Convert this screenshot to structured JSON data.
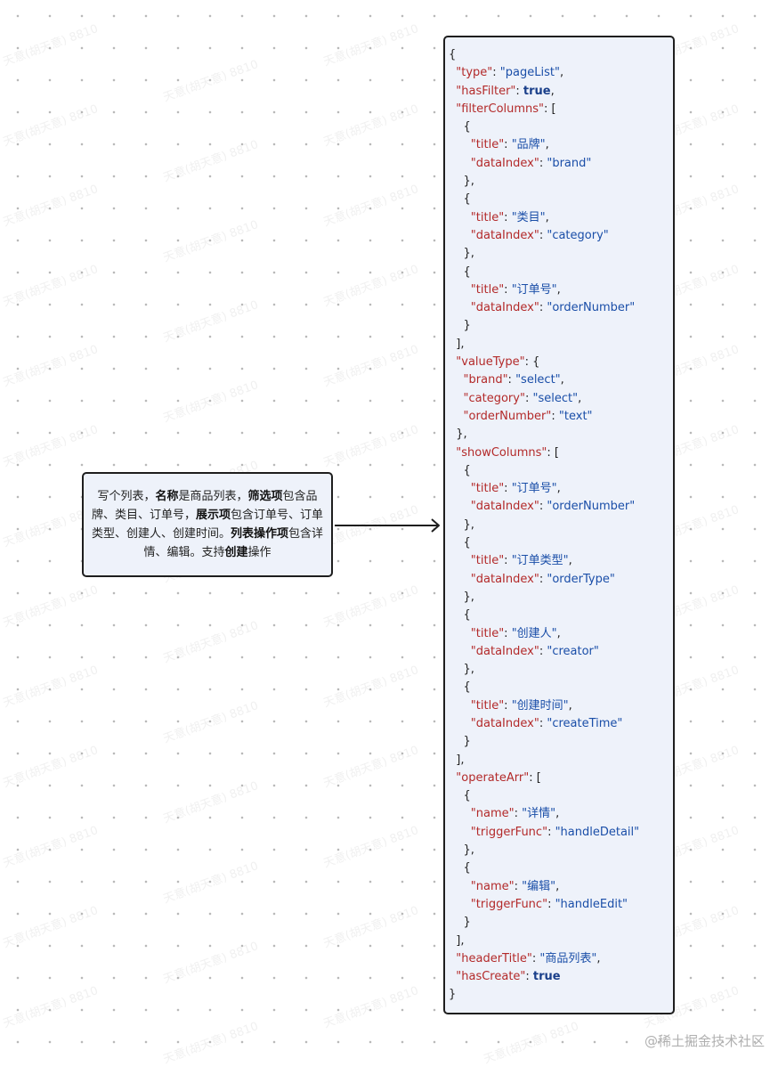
{
  "prompt": {
    "segments": [
      {
        "text": "写个列表，",
        "bold": false
      },
      {
        "text": "名称",
        "bold": true
      },
      {
        "text": "是商品列表，",
        "bold": false
      },
      {
        "text": "筛选项",
        "bold": true
      },
      {
        "text": "包含品牌、类目、订单号，",
        "bold": false
      },
      {
        "text": "展示项",
        "bold": true
      },
      {
        "text": "包含订单号、订单类型、创建人、创建时间。",
        "bold": false
      },
      {
        "text": "列表操作项",
        "bold": true
      },
      {
        "text": "包含详情、编辑。支持",
        "bold": false
      },
      {
        "text": "创建",
        "bold": true
      },
      {
        "text": "操作",
        "bold": false
      }
    ]
  },
  "code_lines": [
    [
      {
        "t": "p",
        "v": "{"
      }
    ],
    [
      {
        "t": "p",
        "v": "  "
      },
      {
        "t": "k",
        "v": "\"type\""
      },
      {
        "t": "p",
        "v": ": "
      },
      {
        "t": "s",
        "v": "\"pageList\""
      },
      {
        "t": "p",
        "v": ","
      }
    ],
    [
      {
        "t": "p",
        "v": "  "
      },
      {
        "t": "k",
        "v": "\"hasFilter\""
      },
      {
        "t": "p",
        "v": ": "
      },
      {
        "t": "b",
        "v": "true"
      },
      {
        "t": "p",
        "v": ","
      }
    ],
    [
      {
        "t": "p",
        "v": "  "
      },
      {
        "t": "k",
        "v": "\"filterColumns\""
      },
      {
        "t": "p",
        "v": ": ["
      }
    ],
    [
      {
        "t": "p",
        "v": "    {"
      }
    ],
    [
      {
        "t": "p",
        "v": "      "
      },
      {
        "t": "k",
        "v": "\"title\""
      },
      {
        "t": "p",
        "v": ": "
      },
      {
        "t": "s",
        "v": "\"品牌\""
      },
      {
        "t": "p",
        "v": ","
      }
    ],
    [
      {
        "t": "p",
        "v": "      "
      },
      {
        "t": "k",
        "v": "\"dataIndex\""
      },
      {
        "t": "p",
        "v": ": "
      },
      {
        "t": "s",
        "v": "\"brand\""
      }
    ],
    [
      {
        "t": "p",
        "v": "    },"
      }
    ],
    [
      {
        "t": "p",
        "v": "    {"
      }
    ],
    [
      {
        "t": "p",
        "v": "      "
      },
      {
        "t": "k",
        "v": "\"title\""
      },
      {
        "t": "p",
        "v": ": "
      },
      {
        "t": "s",
        "v": "\"类目\""
      },
      {
        "t": "p",
        "v": ","
      }
    ],
    [
      {
        "t": "p",
        "v": "      "
      },
      {
        "t": "k",
        "v": "\"dataIndex\""
      },
      {
        "t": "p",
        "v": ": "
      },
      {
        "t": "s",
        "v": "\"category\""
      }
    ],
    [
      {
        "t": "p",
        "v": "    },"
      }
    ],
    [
      {
        "t": "p",
        "v": "    {"
      }
    ],
    [
      {
        "t": "p",
        "v": "      "
      },
      {
        "t": "k",
        "v": "\"title\""
      },
      {
        "t": "p",
        "v": ": "
      },
      {
        "t": "s",
        "v": "\"订单号\""
      },
      {
        "t": "p",
        "v": ","
      }
    ],
    [
      {
        "t": "p",
        "v": "      "
      },
      {
        "t": "k",
        "v": "\"dataIndex\""
      },
      {
        "t": "p",
        "v": ": "
      },
      {
        "t": "s",
        "v": "\"orderNumber\""
      }
    ],
    [
      {
        "t": "p",
        "v": "    }"
      }
    ],
    [
      {
        "t": "p",
        "v": "  ],"
      }
    ],
    [
      {
        "t": "p",
        "v": "  "
      },
      {
        "t": "k",
        "v": "\"valueType\""
      },
      {
        "t": "p",
        "v": ": {"
      }
    ],
    [
      {
        "t": "p",
        "v": "    "
      },
      {
        "t": "k",
        "v": "\"brand\""
      },
      {
        "t": "p",
        "v": ": "
      },
      {
        "t": "s",
        "v": "\"select\""
      },
      {
        "t": "p",
        "v": ","
      }
    ],
    [
      {
        "t": "p",
        "v": "    "
      },
      {
        "t": "k",
        "v": "\"category\""
      },
      {
        "t": "p",
        "v": ": "
      },
      {
        "t": "s",
        "v": "\"select\""
      },
      {
        "t": "p",
        "v": ","
      }
    ],
    [
      {
        "t": "p",
        "v": "    "
      },
      {
        "t": "k",
        "v": "\"orderNumber\""
      },
      {
        "t": "p",
        "v": ": "
      },
      {
        "t": "s",
        "v": "\"text\""
      }
    ],
    [
      {
        "t": "p",
        "v": "  },"
      }
    ],
    [
      {
        "t": "p",
        "v": "  "
      },
      {
        "t": "k",
        "v": "\"showColumns\""
      },
      {
        "t": "p",
        "v": ": ["
      }
    ],
    [
      {
        "t": "p",
        "v": "    {"
      }
    ],
    [
      {
        "t": "p",
        "v": "      "
      },
      {
        "t": "k",
        "v": "\"title\""
      },
      {
        "t": "p",
        "v": ": "
      },
      {
        "t": "s",
        "v": "\"订单号\""
      },
      {
        "t": "p",
        "v": ","
      }
    ],
    [
      {
        "t": "p",
        "v": "      "
      },
      {
        "t": "k",
        "v": "\"dataIndex\""
      },
      {
        "t": "p",
        "v": ": "
      },
      {
        "t": "s",
        "v": "\"orderNumber\""
      }
    ],
    [
      {
        "t": "p",
        "v": "    },"
      }
    ],
    [
      {
        "t": "p",
        "v": "    {"
      }
    ],
    [
      {
        "t": "p",
        "v": "      "
      },
      {
        "t": "k",
        "v": "\"title\""
      },
      {
        "t": "p",
        "v": ": "
      },
      {
        "t": "s",
        "v": "\"订单类型\""
      },
      {
        "t": "p",
        "v": ","
      }
    ],
    [
      {
        "t": "p",
        "v": "      "
      },
      {
        "t": "k",
        "v": "\"dataIndex\""
      },
      {
        "t": "p",
        "v": ": "
      },
      {
        "t": "s",
        "v": "\"orderType\""
      }
    ],
    [
      {
        "t": "p",
        "v": "    },"
      }
    ],
    [
      {
        "t": "p",
        "v": "    {"
      }
    ],
    [
      {
        "t": "p",
        "v": "      "
      },
      {
        "t": "k",
        "v": "\"title\""
      },
      {
        "t": "p",
        "v": ": "
      },
      {
        "t": "s",
        "v": "\"创建人\""
      },
      {
        "t": "p",
        "v": ","
      }
    ],
    [
      {
        "t": "p",
        "v": "      "
      },
      {
        "t": "k",
        "v": "\"dataIndex\""
      },
      {
        "t": "p",
        "v": ": "
      },
      {
        "t": "s",
        "v": "\"creator\""
      }
    ],
    [
      {
        "t": "p",
        "v": "    },"
      }
    ],
    [
      {
        "t": "p",
        "v": "    {"
      }
    ],
    [
      {
        "t": "p",
        "v": "      "
      },
      {
        "t": "k",
        "v": "\"title\""
      },
      {
        "t": "p",
        "v": ": "
      },
      {
        "t": "s",
        "v": "\"创建时间\""
      },
      {
        "t": "p",
        "v": ","
      }
    ],
    [
      {
        "t": "p",
        "v": "      "
      },
      {
        "t": "k",
        "v": "\"dataIndex\""
      },
      {
        "t": "p",
        "v": ": "
      },
      {
        "t": "s",
        "v": "\"createTime\""
      }
    ],
    [
      {
        "t": "p",
        "v": "    }"
      }
    ],
    [
      {
        "t": "p",
        "v": "  ],"
      }
    ],
    [
      {
        "t": "p",
        "v": "  "
      },
      {
        "t": "k",
        "v": "\"operateArr\""
      },
      {
        "t": "p",
        "v": ": ["
      }
    ],
    [
      {
        "t": "p",
        "v": "    {"
      }
    ],
    [
      {
        "t": "p",
        "v": "      "
      },
      {
        "t": "k",
        "v": "\"name\""
      },
      {
        "t": "p",
        "v": ": "
      },
      {
        "t": "s",
        "v": "\"详情\""
      },
      {
        "t": "p",
        "v": ","
      }
    ],
    [
      {
        "t": "p",
        "v": "      "
      },
      {
        "t": "k",
        "v": "\"triggerFunc\""
      },
      {
        "t": "p",
        "v": ": "
      },
      {
        "t": "s",
        "v": "\"handleDetail\""
      }
    ],
    [
      {
        "t": "p",
        "v": "    },"
      }
    ],
    [
      {
        "t": "p",
        "v": "    {"
      }
    ],
    [
      {
        "t": "p",
        "v": "      "
      },
      {
        "t": "k",
        "v": "\"name\""
      },
      {
        "t": "p",
        "v": ": "
      },
      {
        "t": "s",
        "v": "\"编辑\""
      },
      {
        "t": "p",
        "v": ","
      }
    ],
    [
      {
        "t": "p",
        "v": "      "
      },
      {
        "t": "k",
        "v": "\"triggerFunc\""
      },
      {
        "t": "p",
        "v": ": "
      },
      {
        "t": "s",
        "v": "\"handleEdit\""
      }
    ],
    [
      {
        "t": "p",
        "v": "    }"
      }
    ],
    [
      {
        "t": "p",
        "v": "  ],"
      }
    ],
    [
      {
        "t": "p",
        "v": "  "
      },
      {
        "t": "k",
        "v": "\"headerTitle\""
      },
      {
        "t": "p",
        "v": ": "
      },
      {
        "t": "s",
        "v": "\"商品列表\""
      },
      {
        "t": "p",
        "v": ","
      }
    ],
    [
      {
        "t": "p",
        "v": "  "
      },
      {
        "t": "k",
        "v": "\"hasCreate\""
      },
      {
        "t": "p",
        "v": ": "
      },
      {
        "t": "b",
        "v": "true"
      }
    ],
    [
      {
        "t": "p",
        "v": "}"
      }
    ]
  ],
  "watermark_text": "天意(胡天意) 8810",
  "credit": "@稀土掘金技术社区",
  "colors": {
    "box_fill": "#eef2fa",
    "box_border": "#1e1e1e",
    "json_key": "#b32a2a",
    "json_string": "#1a4ea8",
    "json_boolean": "#1a3f8a"
  }
}
